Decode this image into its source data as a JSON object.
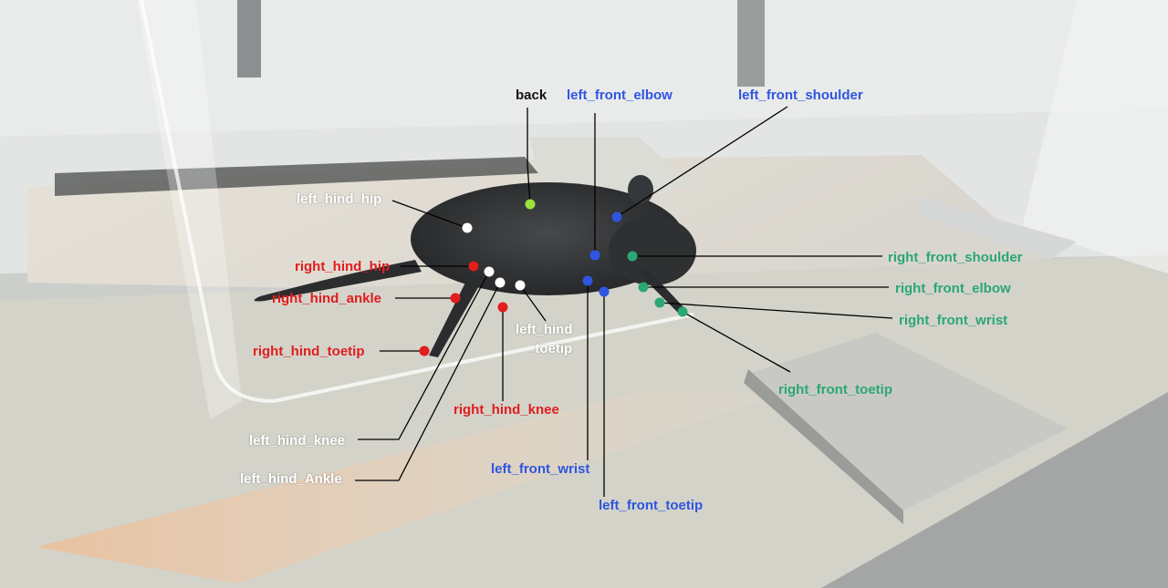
{
  "colors": {
    "left_hind": "#ffffff",
    "right_hind": "#e11d1d",
    "left_front": "#2f55e0",
    "right_front": "#2aa774",
    "back_label": "#111111",
    "back_point": "#9be33c"
  },
  "labels": {
    "back": "back",
    "left_front_elbow": "left_front_elbow",
    "left_front_shoulder": "left_front_shoulder",
    "left_hind_hip": "left_hind_hip",
    "right_hind_hip": "right_hind_hip",
    "right_hind_ankle": "right_hind_ankle",
    "right_hind_toetip": "right_hind_toetip",
    "left_hind_toetip_1": "left_hind",
    "left_hind_toetip_2": "_toetip",
    "right_hind_knee": "right_hind_knee",
    "left_hind_knee": "left_hind_knee",
    "left_hind_ankle": "left_hind_Ankle",
    "left_front_wrist": "left_front_wrist",
    "left_front_toetip": "left_front_toetip",
    "right_front_shoulder": "right_front_shoulder",
    "right_front_elbow": "right_front_elbow",
    "right_front_wrist": "right_front_wrist",
    "right_front_toetip": "right_front_toetip"
  }
}
